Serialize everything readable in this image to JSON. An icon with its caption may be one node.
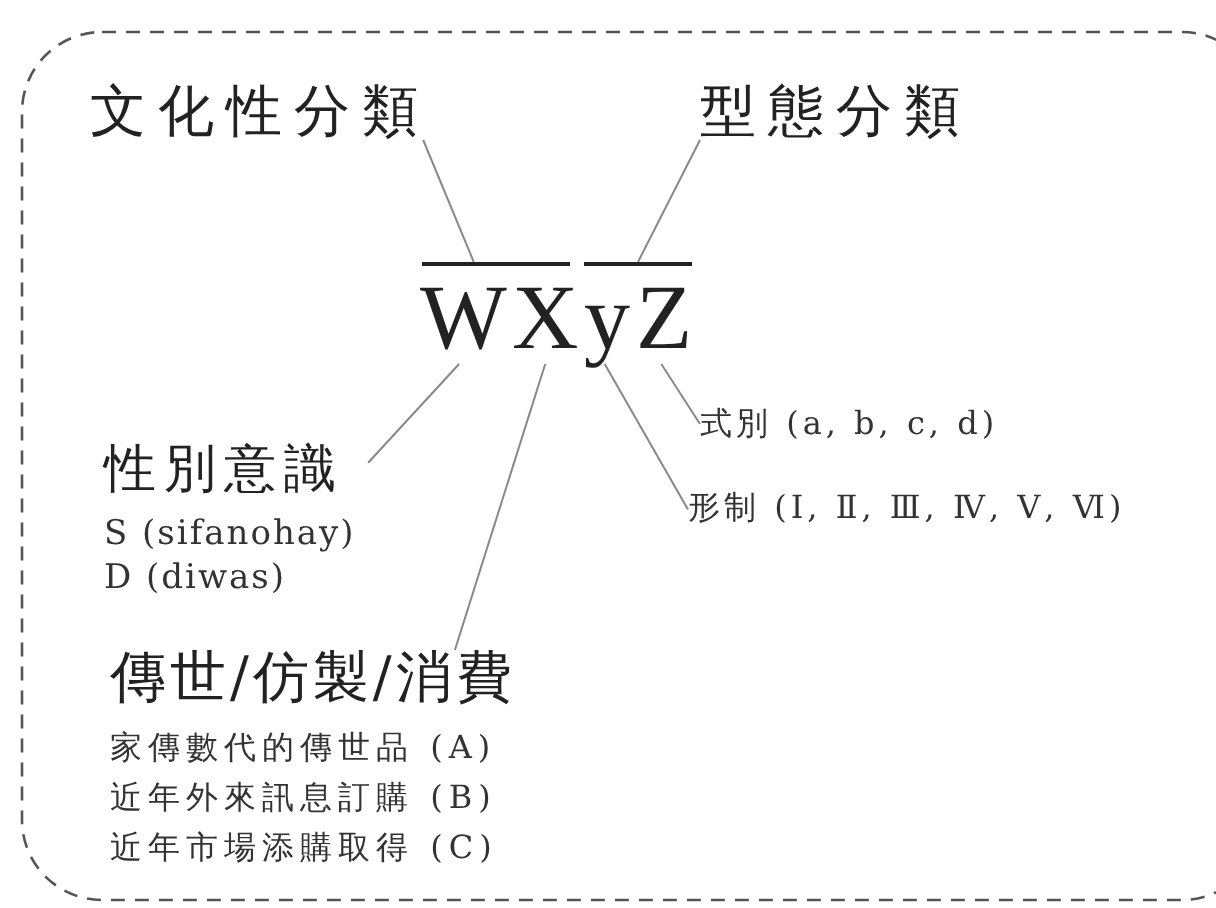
{
  "diagram": {
    "nodes": [
      {
        "text": [
          "文化性分類"
        ]
      },
      {
        "text": [
          "型態分類"
        ]
      },
      {
        "text": [],
        "shape": "bar"
      },
      {
        "text": [],
        "shape": "bar"
      },
      {
        "text": [
          "W"
        ]
      },
      {
        "text": [
          "X"
        ]
      },
      {
        "text": [
          "y"
        ]
      },
      {
        "text": [
          "Z"
        ]
      },
      {
        "text": [
          "性別意識",
          "S (sifanohay)",
          "D (diwas)"
        ]
      },
      {
        "text": [
          "式別 (a, b, c, d)"
        ]
      },
      {
        "text": [
          "形制 (Ⅰ, Ⅱ, Ⅲ, Ⅳ, Ⅴ, Ⅵ)"
        ]
      },
      {
        "text": [
          "傳世/仿製/消費",
          "家傳數代的傳世品 (A)",
          "近年外來訊息訂購 (B)",
          "近年市場添購取得 (C)"
        ]
      }
    ],
    "edges": [
      {
        "from": 0,
        "to": 2,
        "arrow": "none"
      },
      {
        "from": 1,
        "to": 3,
        "arrow": "none"
      },
      {
        "from": 4,
        "to": 8,
        "arrow": "none"
      },
      {
        "from": 5,
        "to": 11,
        "arrow": "none"
      },
      {
        "from": 6,
        "to": 10,
        "arrow": "none"
      },
      {
        "from": 7,
        "to": 9,
        "arrow": "none"
      }
    ]
  }
}
